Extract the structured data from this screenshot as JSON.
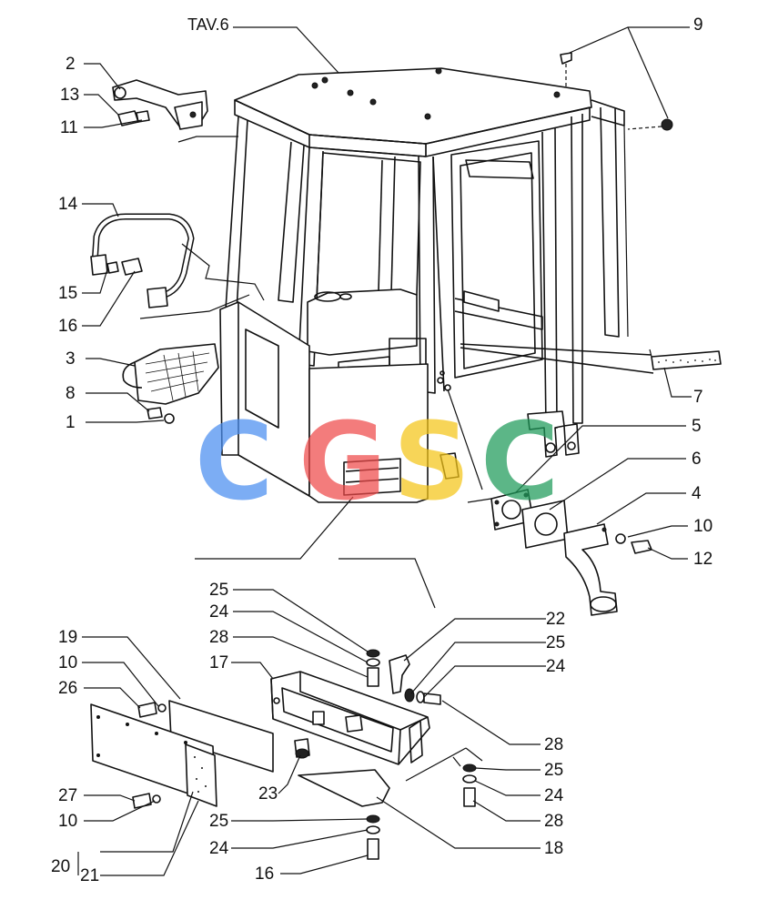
{
  "title": "TAV.6",
  "watermark": {
    "letters": [
      "C",
      "G",
      "S",
      "C"
    ],
    "colors": [
      "#4a8ef0",
      "#ef4b4b",
      "#f5c518",
      "#1e9a5a"
    ]
  },
  "callouts": [
    {
      "id": "c-9",
      "text": "9"
    },
    {
      "id": "c-2",
      "text": "2"
    },
    {
      "id": "c-13",
      "text": "13"
    },
    {
      "id": "c-11",
      "text": "11"
    },
    {
      "id": "c-14",
      "text": "14"
    },
    {
      "id": "c-15",
      "text": "15"
    },
    {
      "id": "c-16a",
      "text": "16"
    },
    {
      "id": "c-3",
      "text": "3"
    },
    {
      "id": "c-8",
      "text": "8"
    },
    {
      "id": "c-1",
      "text": "1"
    },
    {
      "id": "c-7",
      "text": "7"
    },
    {
      "id": "c-5",
      "text": "5"
    },
    {
      "id": "c-6",
      "text": "6"
    },
    {
      "id": "c-4",
      "text": "4"
    },
    {
      "id": "c-10a",
      "text": "10"
    },
    {
      "id": "c-12",
      "text": "12"
    },
    {
      "id": "c-25a",
      "text": "25"
    },
    {
      "id": "c-24a",
      "text": "24"
    },
    {
      "id": "c-28a",
      "text": "28"
    },
    {
      "id": "c-17",
      "text": "17"
    },
    {
      "id": "c-19",
      "text": "19"
    },
    {
      "id": "c-10b",
      "text": "10"
    },
    {
      "id": "c-26",
      "text": "26"
    },
    {
      "id": "c-22",
      "text": "22"
    },
    {
      "id": "c-25b",
      "text": "25"
    },
    {
      "id": "c-24b",
      "text": "24"
    },
    {
      "id": "c-28b",
      "text": "28"
    },
    {
      "id": "c-25c",
      "text": "25"
    },
    {
      "id": "c-24c",
      "text": "24"
    },
    {
      "id": "c-28c",
      "text": "28"
    },
    {
      "id": "c-27",
      "text": "27"
    },
    {
      "id": "c-10c",
      "text": "10"
    },
    {
      "id": "c-23",
      "text": "23"
    },
    {
      "id": "c-25d",
      "text": "25"
    },
    {
      "id": "c-24d",
      "text": "24"
    },
    {
      "id": "c-18",
      "text": "18"
    },
    {
      "id": "c-20",
      "text": "20"
    },
    {
      "id": "c-21",
      "text": "21"
    },
    {
      "id": "c-16b",
      "text": "16"
    }
  ]
}
